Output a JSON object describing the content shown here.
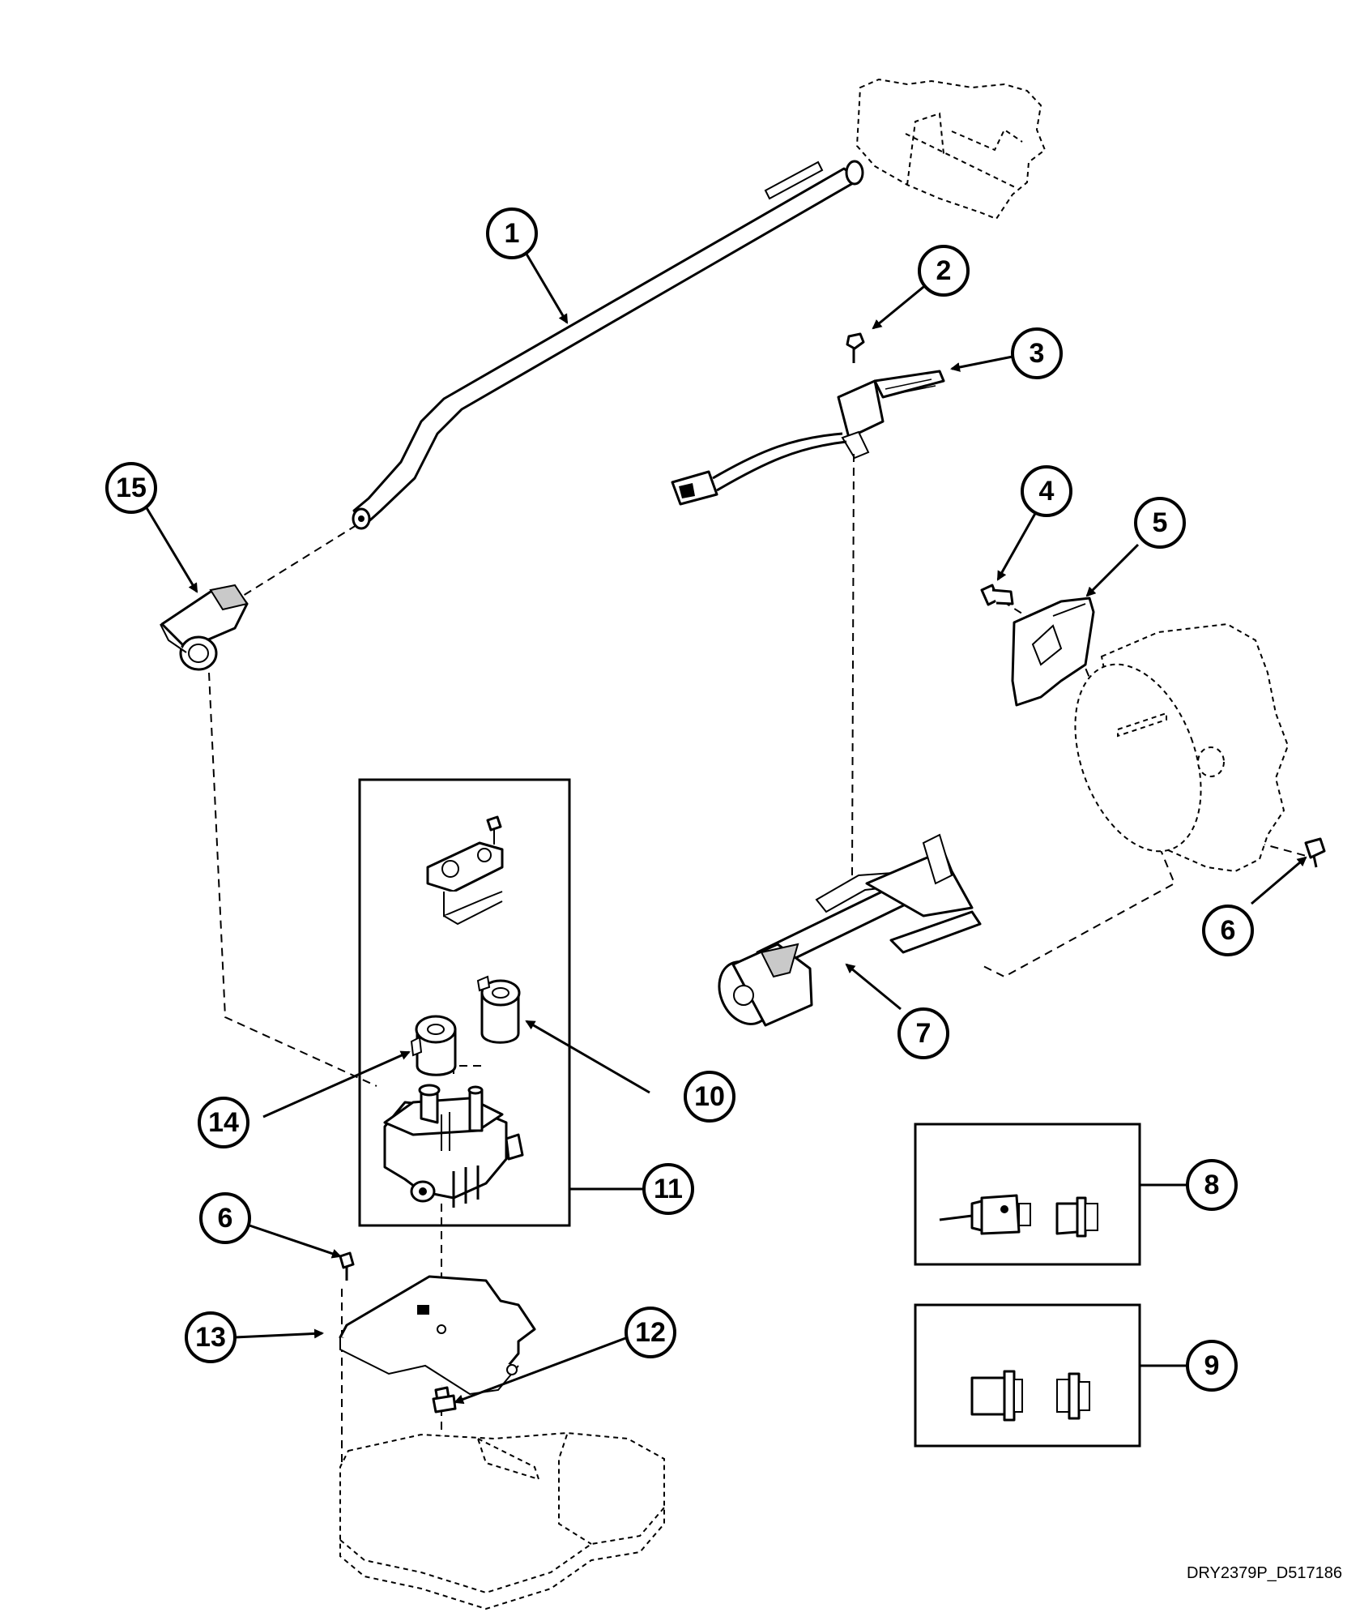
{
  "drawing_number": "DRY2379P_D517186",
  "callouts": [
    "1",
    "2",
    "3",
    "4",
    "5",
    "6",
    "7",
    "8",
    "9",
    "10",
    "11",
    "12",
    "13",
    "14",
    "15"
  ]
}
